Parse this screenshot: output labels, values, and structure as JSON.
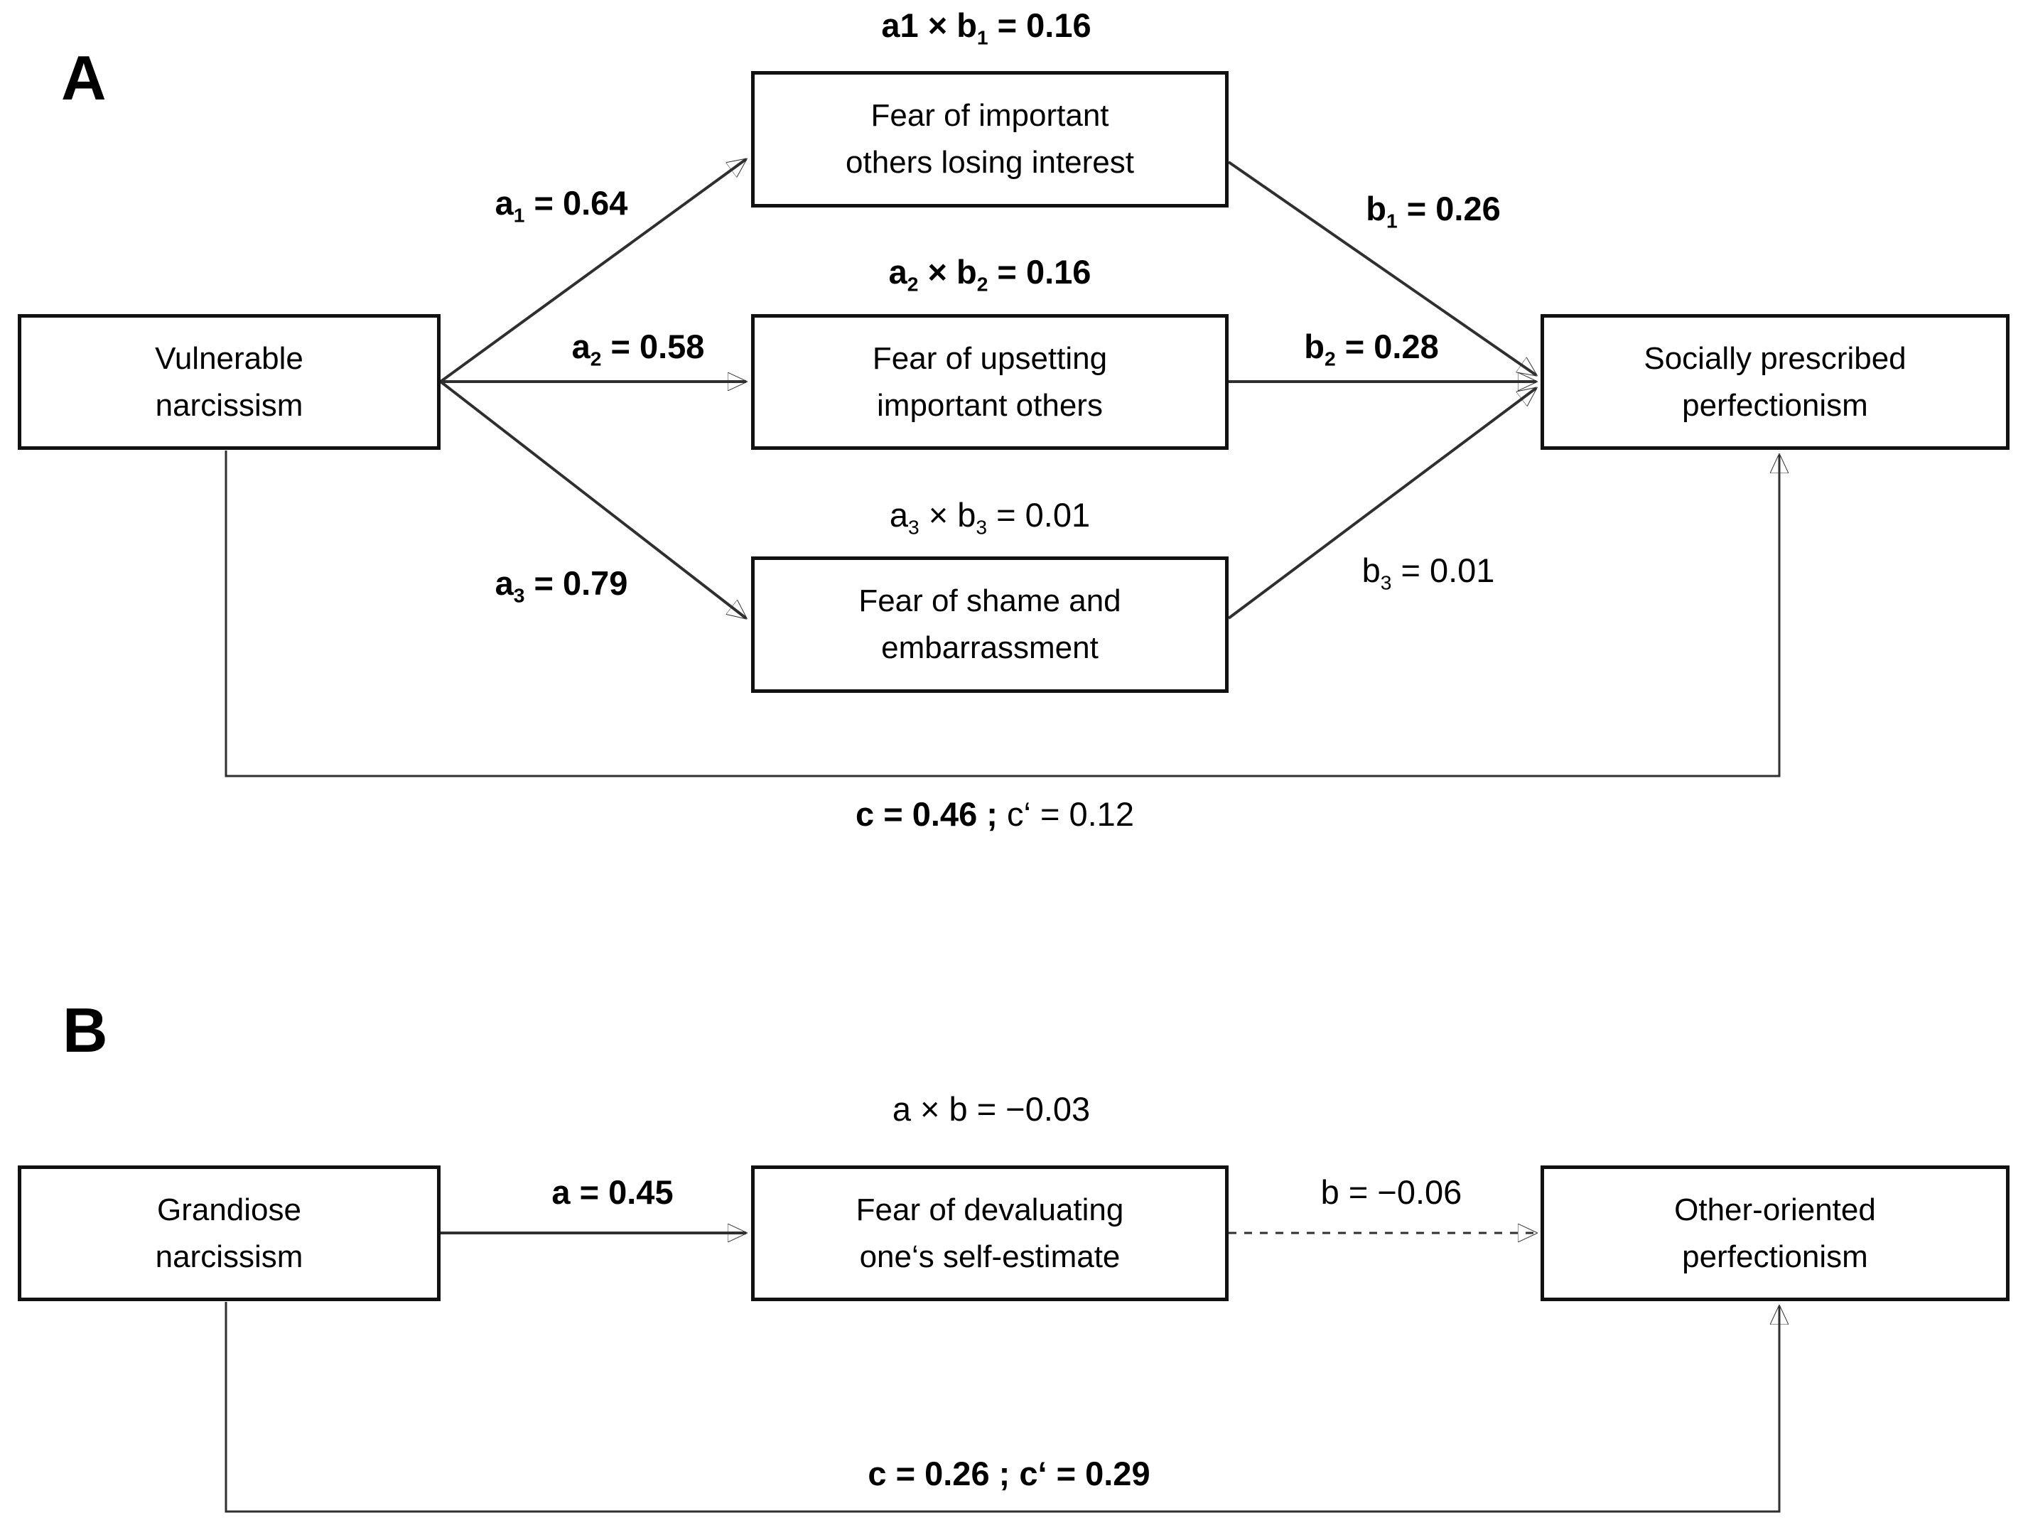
{
  "figure": {
    "colors": {
      "background": "#ffffff",
      "text": "#000000",
      "box_border": "#111111",
      "connector": "#2f2f2f"
    },
    "panel_a": {
      "tag": "A",
      "boxes": {
        "predictor": "Vulnerable\nnarcissism",
        "mediator1": "Fear of important\nothers losing interest",
        "mediator2": "Fear of upsetting\nimportant others",
        "mediator3": "Fear of shame and\nembarrassment",
        "outcome": "Socially prescribed\nperfectionism"
      },
      "labels": {
        "indirect1": [
          {
            "text": "a1 × b",
            "bold": true
          },
          {
            "text": "1",
            "bold": true,
            "sub": true
          },
          {
            "text": " = 0.16",
            "bold": true
          }
        ],
        "indirect2": [
          {
            "text": "a",
            "bold": true
          },
          {
            "text": "2",
            "bold": true,
            "sub": true
          },
          {
            "text": " × b",
            "bold": true
          },
          {
            "text": "2",
            "bold": true,
            "sub": true
          },
          {
            "text": " = 0.16",
            "bold": true
          }
        ],
        "indirect3": [
          {
            "text": "a"
          },
          {
            "text": "3",
            "sub": true
          },
          {
            "text": " × b"
          },
          {
            "text": "3",
            "sub": true
          },
          {
            "text": " = 0.01"
          }
        ],
        "a1": [
          {
            "text": "a",
            "bold": true
          },
          {
            "text": "1",
            "bold": true,
            "sub": true
          },
          {
            "text": " = 0.64",
            "bold": true
          }
        ],
        "a2": [
          {
            "text": "a",
            "bold": true
          },
          {
            "text": "2",
            "bold": true,
            "sub": true
          },
          {
            "text": " = 0.58",
            "bold": true
          }
        ],
        "a3": [
          {
            "text": "a",
            "bold": true
          },
          {
            "text": "3",
            "bold": true,
            "sub": true
          },
          {
            "text": " = 0.79",
            "bold": true
          }
        ],
        "b1": [
          {
            "text": "b",
            "bold": true
          },
          {
            "text": "1",
            "bold": true,
            "sub": true
          },
          {
            "text": " = 0.26",
            "bold": true
          }
        ],
        "b2": [
          {
            "text": "b",
            "bold": true
          },
          {
            "text": "2",
            "bold": true,
            "sub": true
          },
          {
            "text": " = 0.28",
            "bold": true
          }
        ],
        "b3": [
          {
            "text": "b"
          },
          {
            "text": "3",
            "sub": true
          },
          {
            "text": " = 0.01"
          }
        ],
        "c": [
          {
            "text": "c = 0.46 ; ",
            "bold": true
          },
          {
            "text": "c‘ = 0.12"
          }
        ]
      }
    },
    "panel_b": {
      "tag": "B",
      "boxes": {
        "predictor": "Grandiose\nnarcissism",
        "mediator": "Fear of devaluating\none‘s self-estimate",
        "outcome": "Other-oriented\nperfectionism"
      },
      "labels": {
        "indirect": [
          {
            "text": "a × b = −0.03"
          }
        ],
        "a": [
          {
            "text": "a = 0.45",
            "bold": true
          }
        ],
        "b": [
          {
            "text": "b = −0.06"
          }
        ],
        "c": [
          {
            "text": "c = 0.26 ; c‘ = 0.29",
            "bold": true
          }
        ]
      }
    }
  }
}
